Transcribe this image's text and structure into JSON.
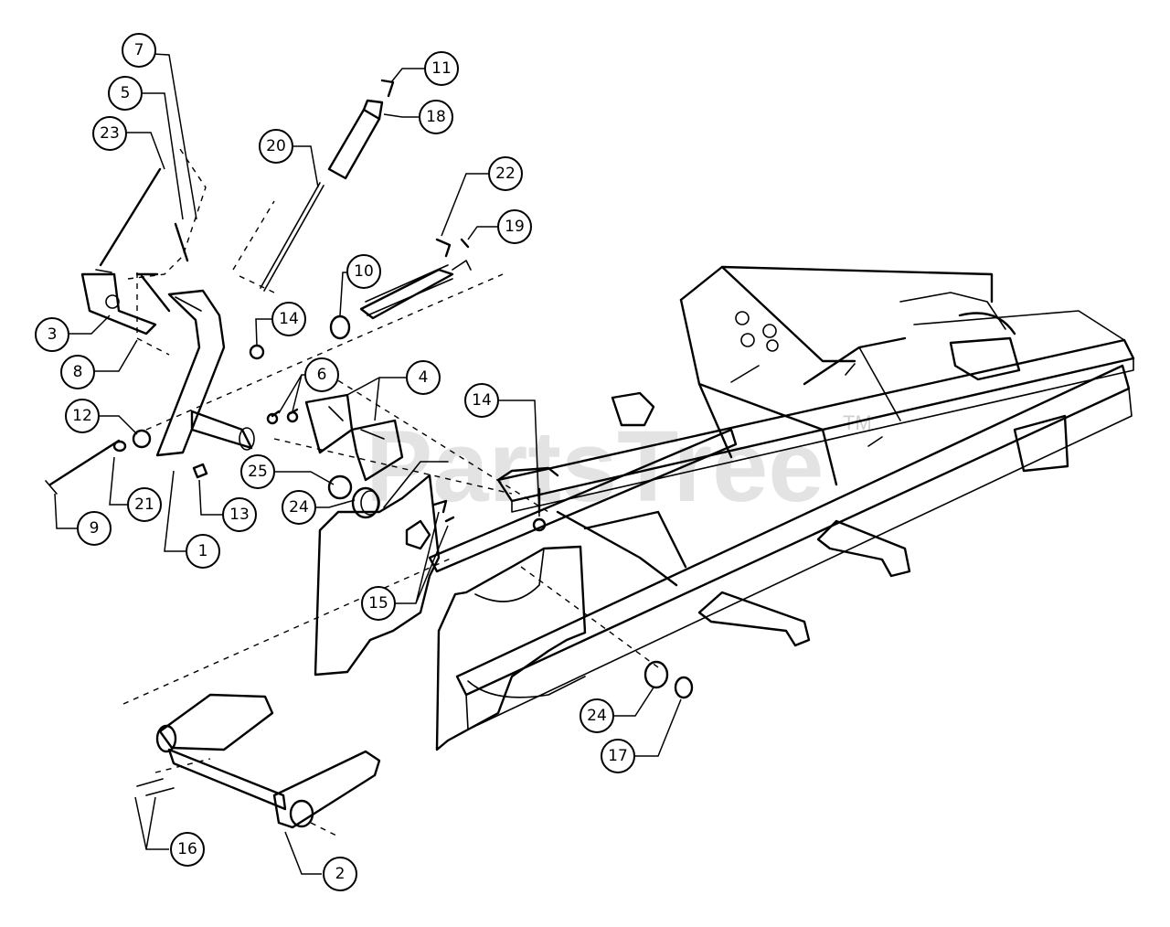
{
  "watermark": {
    "brand": "PartsTree",
    "trademark": "TM"
  },
  "callouts": [
    {
      "id": "c7a",
      "label": "7"
    },
    {
      "id": "c5",
      "label": "5"
    },
    {
      "id": "c23",
      "label": "23"
    },
    {
      "id": "c3",
      "label": "3"
    },
    {
      "id": "c8",
      "label": "8"
    },
    {
      "id": "c12",
      "label": "12"
    },
    {
      "id": "c9",
      "label": "9"
    },
    {
      "id": "c21",
      "label": "21"
    },
    {
      "id": "c1",
      "label": "1"
    },
    {
      "id": "c13",
      "label": "13"
    },
    {
      "id": "c11",
      "label": "11"
    },
    {
      "id": "c18",
      "label": "18"
    },
    {
      "id": "c20",
      "label": "20"
    },
    {
      "id": "c22",
      "label": "22"
    },
    {
      "id": "c19",
      "label": "19"
    },
    {
      "id": "c10",
      "label": "10"
    },
    {
      "id": "c14a",
      "label": "14"
    },
    {
      "id": "c6",
      "label": "6"
    },
    {
      "id": "c4",
      "label": "4"
    },
    {
      "id": "c14b",
      "label": "14"
    },
    {
      "id": "c25",
      "label": "25"
    },
    {
      "id": "c24a",
      "label": "24"
    },
    {
      "id": "c15",
      "label": "15"
    },
    {
      "id": "c24b",
      "label": "24"
    },
    {
      "id": "c17",
      "label": "17"
    },
    {
      "id": "c16",
      "label": "16"
    },
    {
      "id": "c2",
      "label": "2"
    }
  ]
}
